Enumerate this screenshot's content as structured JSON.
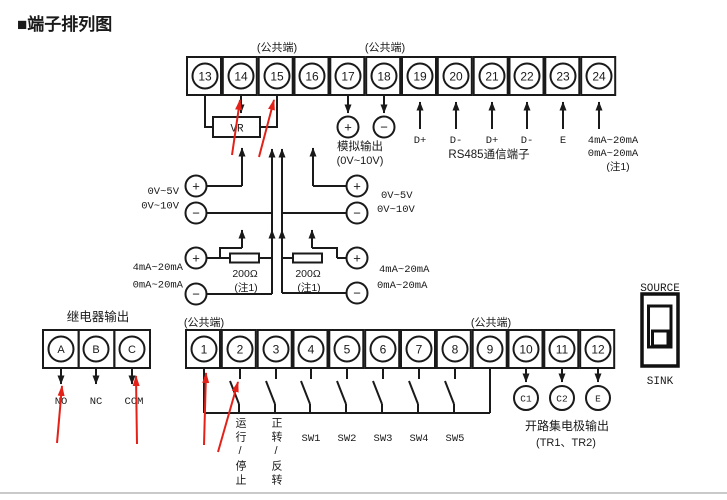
{
  "page": {
    "title": "■端子排列图",
    "background": "#ffffff",
    "line_color": "#1a1a1a",
    "arrow_color": "#e32119"
  },
  "symbols": {
    "plus": "+",
    "minus": "−"
  },
  "top_strip": {
    "common_left": "(公共端)",
    "common_right": "(公共端)",
    "terminals": [
      "13",
      "14",
      "15",
      "16",
      "17",
      "18",
      "19",
      "20",
      "21",
      "22",
      "23",
      "24"
    ],
    "vr_label": "VR"
  },
  "analog_output": {
    "line1": "模拟输出",
    "line2": "(0V~10V)"
  },
  "rs485": {
    "pins": [
      "D+",
      "D-",
      "D+",
      "D-",
      "E"
    ],
    "label": "RS485通信端子"
  },
  "terminal24": {
    "line1": "4mA~20mA",
    "line2": "0mA~20mA",
    "note": "(注1)"
  },
  "voltage_input_left": {
    "range1": "0V~5V",
    "range2": "0V~10V"
  },
  "voltage_input_right": {
    "range1": "0V~5V",
    "range2": "0V~10V"
  },
  "current_input_left": {
    "range1": "4mA~20mA",
    "range2": "0mA~20mA",
    "resistor": "200Ω",
    "note": "(注1)"
  },
  "current_input_right": {
    "range1": "4mA~20mA",
    "range2": "0mA~20mA",
    "resistor": "200Ω",
    "note": "(注1)"
  },
  "relay_output": {
    "title": "继电器输出",
    "terminals": [
      "A",
      "B",
      "C"
    ],
    "pins": [
      "NO",
      "NC",
      "COM"
    ]
  },
  "bottom_strip": {
    "common_left": "(公共端)",
    "common_right": "(公共端)",
    "terminals": [
      "1",
      "2",
      "3",
      "4",
      "5",
      "6",
      "7",
      "8",
      "9",
      "10",
      "11",
      "12"
    ]
  },
  "digital_inputs": {
    "run_stop": "运行/停止",
    "fwd_rev": "正转/反转",
    "switches": [
      "SW1",
      "SW2",
      "SW3",
      "SW4",
      "SW5"
    ]
  },
  "open_collector": {
    "terminals": [
      "C1",
      "C2",
      "E"
    ],
    "line1": "开路集电极输出",
    "line2": "(TR1、TR2)"
  },
  "selector_switch": {
    "top": "SOURCE",
    "bottom": "SINK"
  }
}
